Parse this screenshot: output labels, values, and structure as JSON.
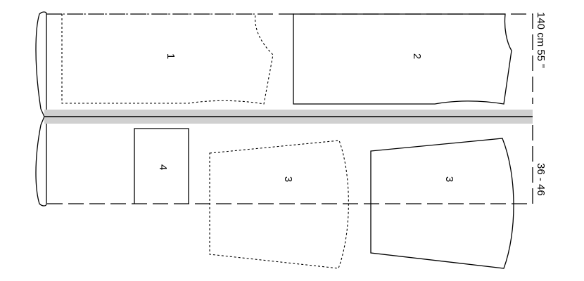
{
  "fabric": {
    "width_label": "140 cm 55 \"",
    "size_label": "36 - 46"
  },
  "pieces": [
    {
      "id": "piece-1",
      "label": "1",
      "style": "dotted"
    },
    {
      "id": "piece-2",
      "label": "2",
      "style": "solid"
    },
    {
      "id": "piece-3a",
      "label": "3",
      "style": "dotted"
    },
    {
      "id": "piece-3b",
      "label": "3",
      "style": "solid"
    },
    {
      "id": "piece-4",
      "label": "4",
      "style": "solid"
    }
  ],
  "colors": {
    "line": "#000000",
    "fold_band": "#d0d0d0"
  }
}
